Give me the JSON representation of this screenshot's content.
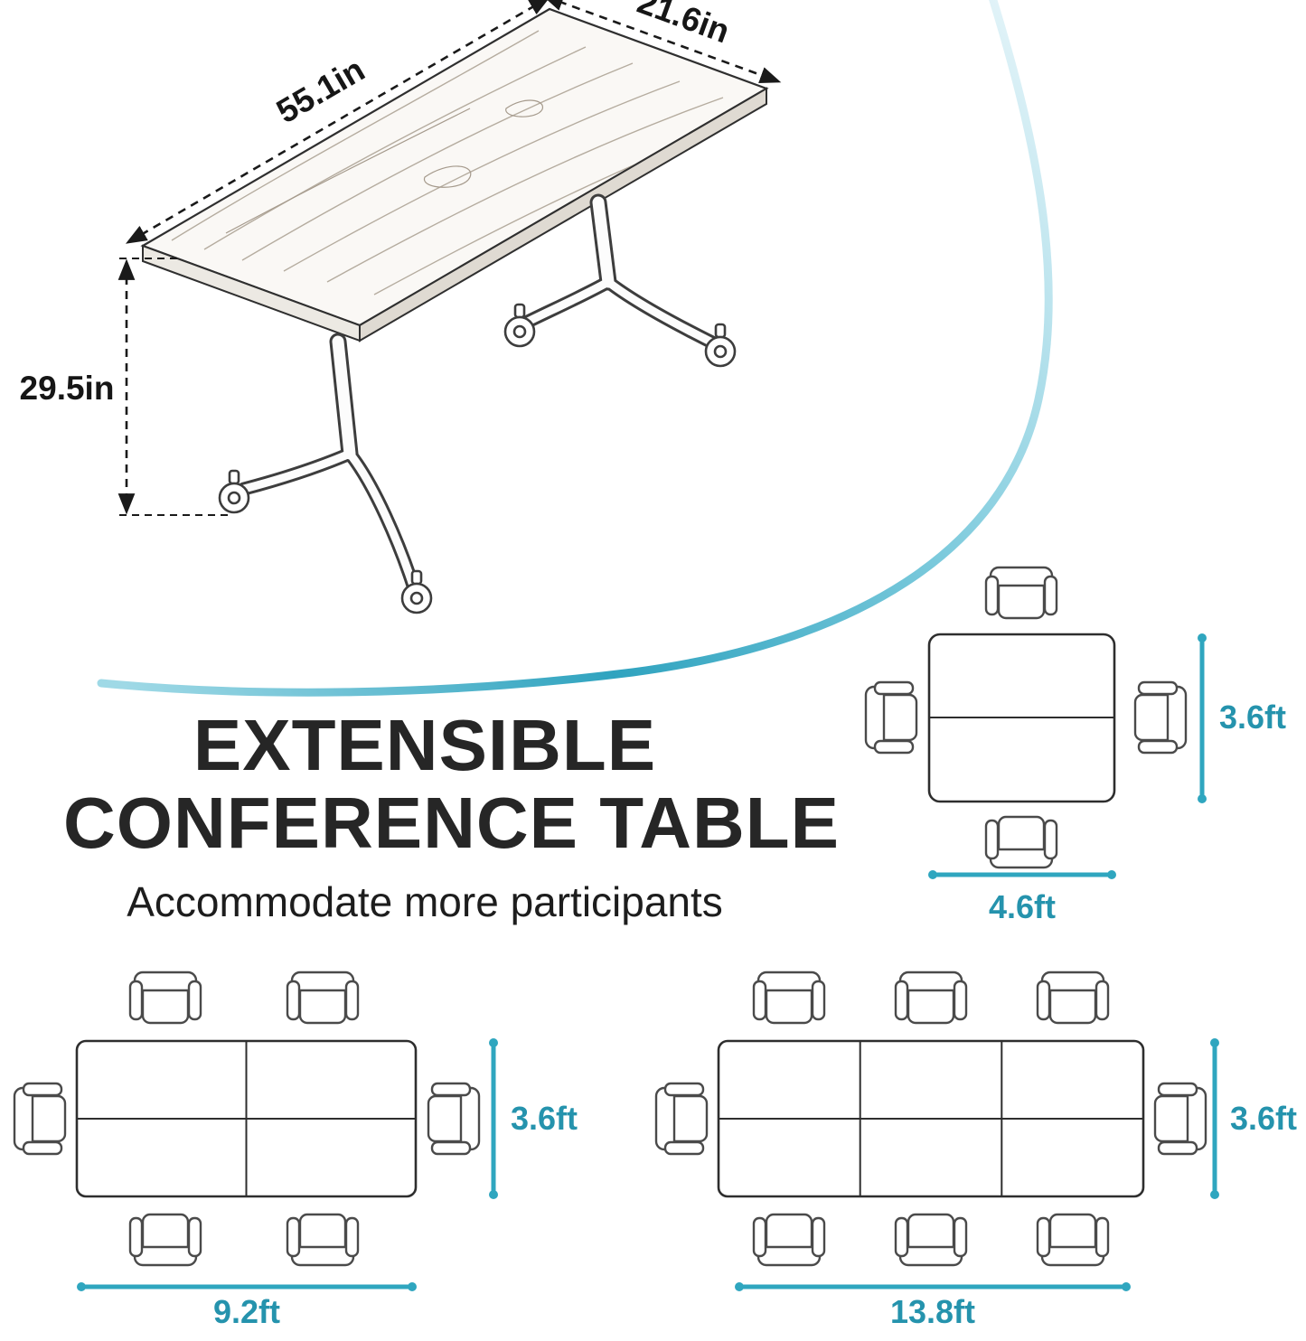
{
  "colors": {
    "accent": "#2fa6bf",
    "ink": "#1a1a1a"
  },
  "table_drawing": {
    "length_label": "55.1in",
    "depth_label": "21.6in",
    "height_label": "29.5in"
  },
  "heading": {
    "line1": "EXTENSIBLE",
    "line2": "CONFERENCE TABLE",
    "subtitle": "Accommodate more participants"
  },
  "layouts": {
    "single": {
      "tables": 1,
      "chairs": 4,
      "width_label": "4.6ft",
      "depth_label": "3.6ft"
    },
    "double": {
      "tables": 2,
      "chairs": 6,
      "width_label": "9.2ft",
      "depth_label": "3.6ft"
    },
    "triple": {
      "tables": 3,
      "chairs": 8,
      "width_label": "13.8ft",
      "depth_label": "3.6ft"
    }
  }
}
